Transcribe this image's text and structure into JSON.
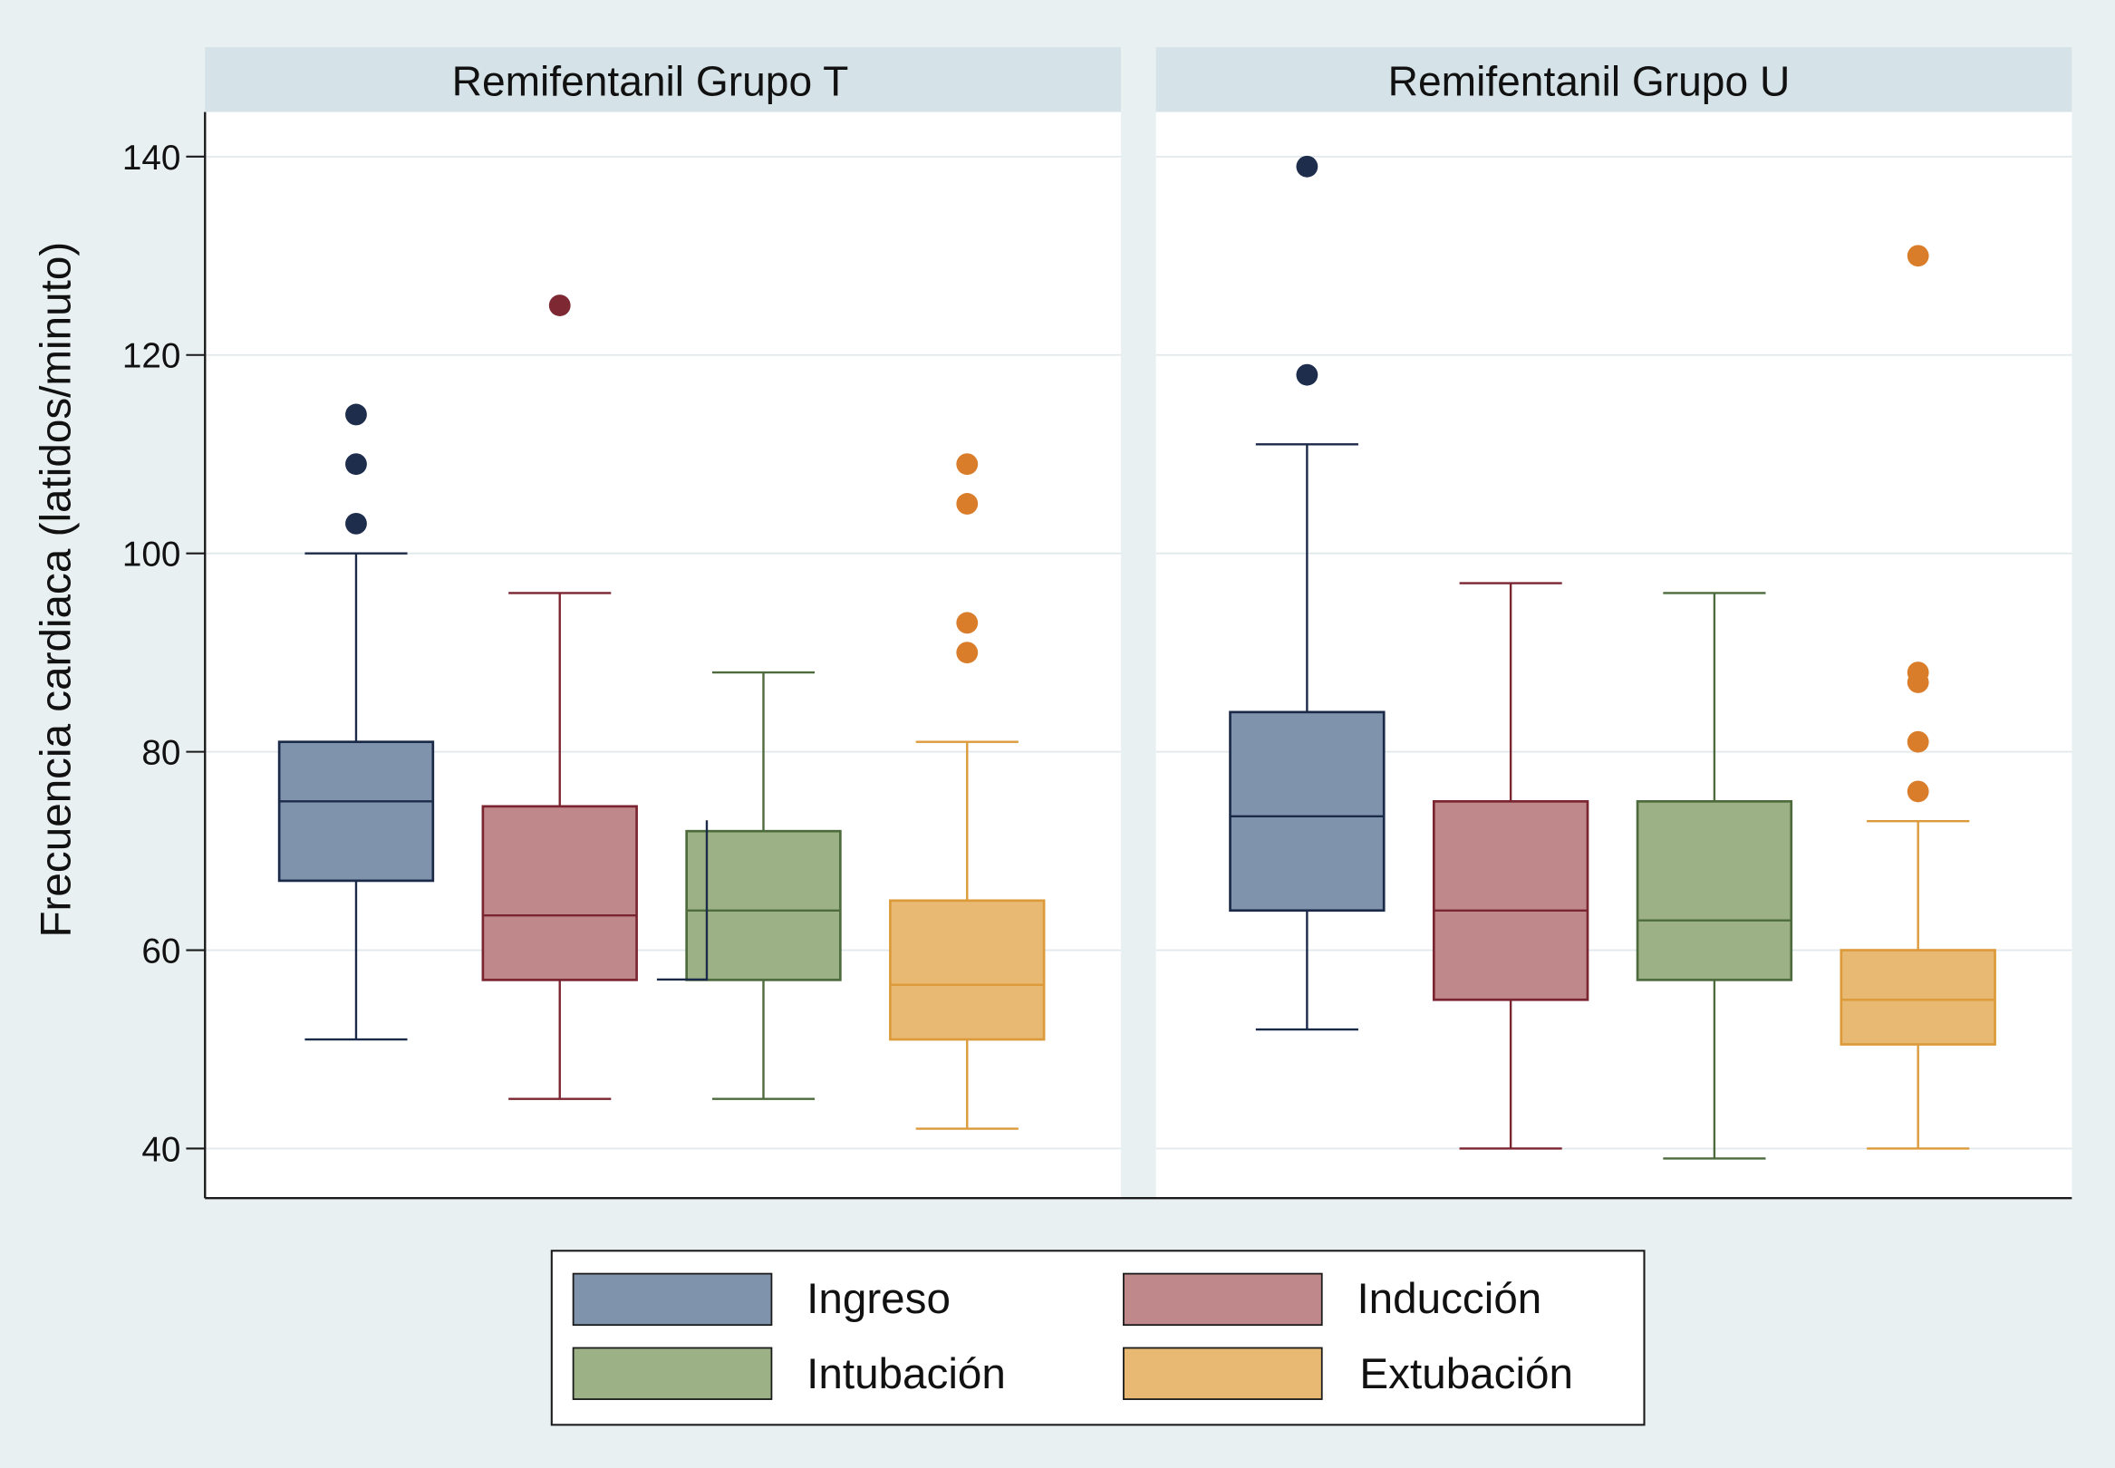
{
  "chart_data": {
    "type": "box",
    "ylabel": "Frecuencia cardiaca (latidos/minuto)",
    "ylim": [
      35,
      144.5
    ],
    "yticks": [
      40,
      60,
      80,
      100,
      120,
      140
    ],
    "grid": true,
    "legend_position": "bottom",
    "series": [
      {
        "name": "Ingreso",
        "fill": "#7f93ac",
        "line": "#1b2a48",
        "marker": "#1f2d4d"
      },
      {
        "name": "Inducción",
        "fill": "#bf898c",
        "line": "#7b2531",
        "marker": "#7d2832"
      },
      {
        "name": "Intubación",
        "fill": "#9db187",
        "line": "#4d6b3c",
        "marker": "#4d6b3c"
      },
      {
        "name": "Extubación",
        "fill": "#e8b972",
        "line": "#dc9a3a",
        "marker": "#d97d2b"
      }
    ],
    "panels": [
      {
        "title": "Remifentanil Grupo T",
        "boxes": [
          {
            "whisker_low": 51,
            "q1": 67,
            "median": 75,
            "q3": 81,
            "whisker_high": 100,
            "outliers": [
              103,
              109,
              114
            ]
          },
          {
            "whisker_low": 45,
            "q1": 57,
            "median": 63.5,
            "q3": 74.5,
            "whisker_high": 96,
            "outliers": [
              125
            ]
          },
          {
            "whisker_low": 45,
            "q1": 57,
            "median": 64,
            "q3": 72,
            "whisker_high": 88,
            "outliers": []
          },
          {
            "whisker_low": 42,
            "q1": 51,
            "median": 56.5,
            "q3": 65,
            "whisker_high": 81,
            "outliers": [
              90,
              93,
              105,
              109
            ]
          }
        ]
      },
      {
        "title": "Remifentanil Grupo U",
        "boxes": [
          {
            "whisker_low": 52,
            "q1": 64,
            "median": 73.5,
            "q3": 84,
            "whisker_high": 111,
            "outliers": [
              118,
              139
            ]
          },
          {
            "whisker_low": 40,
            "q1": 55,
            "median": 64,
            "q3": 75,
            "whisker_high": 97,
            "outliers": []
          },
          {
            "whisker_low": 39,
            "q1": 57,
            "median": 63,
            "q3": 75,
            "whisker_high": 96,
            "outliers": []
          },
          {
            "whisker_low": 40,
            "q1": 50.5,
            "median": 55,
            "q3": 60,
            "whisker_high": 73,
            "outliers": [
              76,
              81,
              87,
              88,
              130
            ]
          }
        ]
      }
    ]
  }
}
